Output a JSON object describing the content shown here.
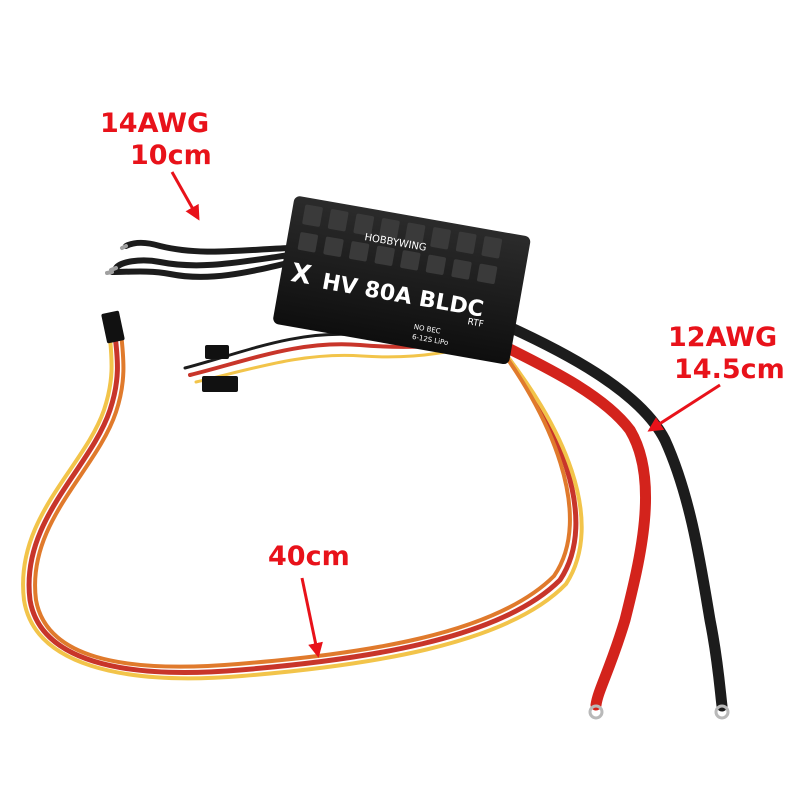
{
  "callouts": {
    "signal_wire_gauge": "14AWG",
    "signal_wire_length": "10cm",
    "power_wire_gauge": "12AWG",
    "power_wire_length": "14.5cm",
    "servo_cable_length": "40cm"
  },
  "esc_label": {
    "brand": "HOBBYWING",
    "series": "X",
    "model": "HV 80A BLDC",
    "spec_line_1": "NO BEC",
    "spec_line_2": "6-12S LiPo",
    "badge": "RTF"
  },
  "colors": {
    "callout_text": "#e8121a",
    "arrow": "#e8121a",
    "esc_body": "#1a1a1a",
    "wire_red": "#d3231c",
    "wire_black": "#1c1c1c",
    "servo_wire_red": "#c8352a",
    "servo_wire_yellow": "#f2c44a",
    "servo_wire_orange": "#e07a2c"
  }
}
